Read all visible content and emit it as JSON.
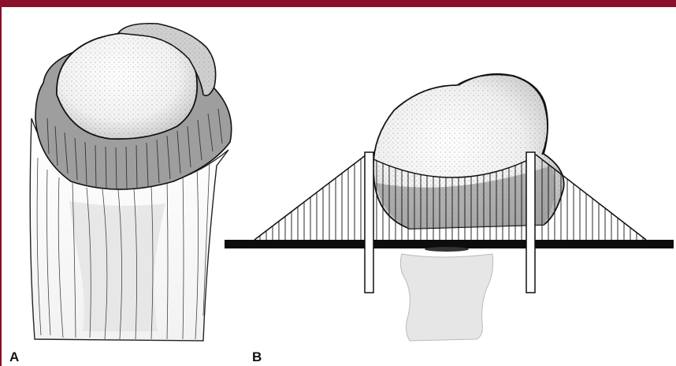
{
  "header": {
    "bar_color": "#8a0f2a"
  },
  "frame": {
    "border_color": "#8a0f2a"
  },
  "panels": [
    {
      "label": "A",
      "content": "femoral-head-epiphysis-illustration"
    },
    {
      "label": "B",
      "content": "suspension-bridge-analogy-illustration"
    }
  ]
}
